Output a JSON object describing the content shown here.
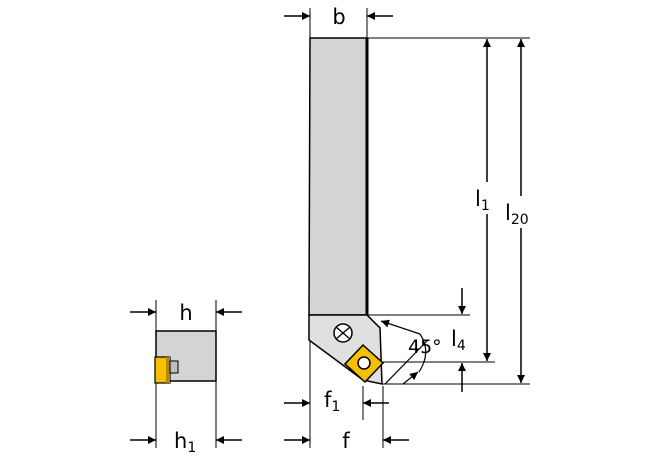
{
  "labels": {
    "b": "b",
    "h": "h",
    "h1_main": "h",
    "h1_sub": "1",
    "l1_main": "l",
    "l1_sub": "1",
    "l20_main": "l",
    "l20_sub": "20",
    "l4_main": "l",
    "l4_sub": "4",
    "f1_main": "f",
    "f1_sub": "1",
    "f": "f",
    "angle": "45°"
  },
  "colors": {
    "shank": "#d4d4d4",
    "outline": "#000000",
    "insert": "#f5c000",
    "insert_dark": "#b8860b"
  }
}
